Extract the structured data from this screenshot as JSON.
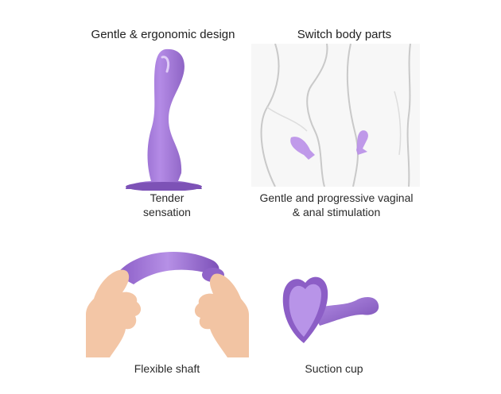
{
  "panels": {
    "design": {
      "heading": "Gentle & ergonomic design",
      "caption_line1": "Tender",
      "caption_line2": "sensation"
    },
    "body_parts": {
      "heading": "Switch body parts",
      "caption_line1": "Gentle and progressive vaginal",
      "caption_line2": "& anal stimulation"
    },
    "flexible": {
      "caption": "Flexible shaft"
    },
    "suction": {
      "caption": "Suction cup"
    }
  },
  "colors": {
    "product_purple": "#9b6fd3",
    "product_highlight": "#c7a9ef",
    "product_shadow": "#6f45a8",
    "skin": "#f3c7a8",
    "body_line": "#cfcfcf"
  },
  "icons": [
    "product-silhouette-icon",
    "body-figure-icon",
    "hands-icon",
    "heart-suction-cup-icon"
  ]
}
